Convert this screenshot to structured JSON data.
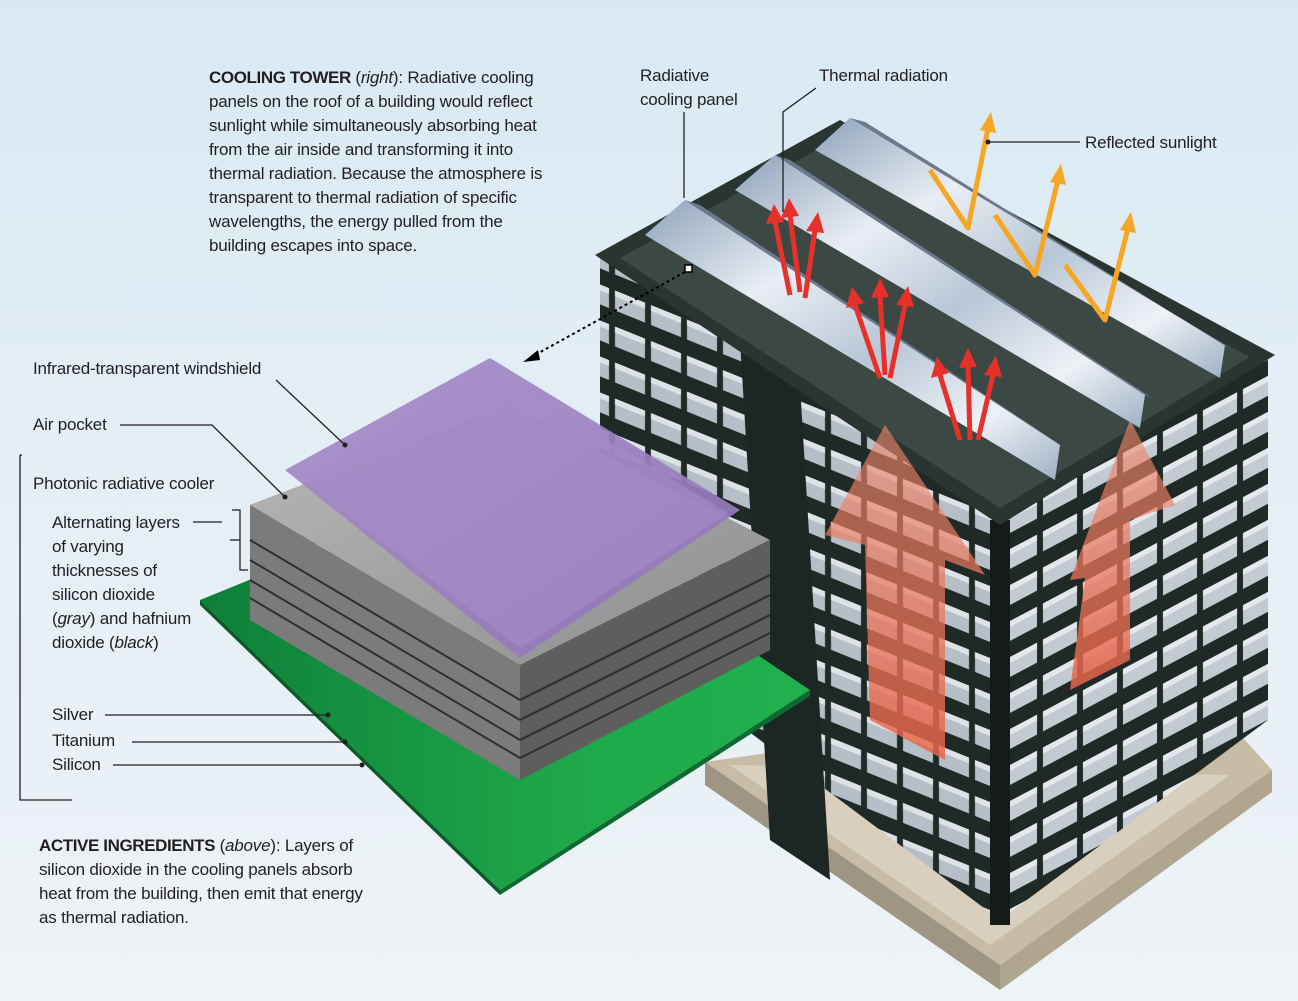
{
  "cooling_tower_caption": {
    "heading": "COOLING TOWER",
    "heading_paren_open": " (",
    "heading_italic": "right",
    "heading_paren_close": "):",
    "body": " Radiative cooling panels on the roof of a building would reflect sunlight while simultaneously absorbing heat from the air inside and transforming it into thermal radiation. Because the atmosphere is transparent to thermal radiation of specific wavelengths, the energy pulled from the building escapes into space."
  },
  "active_ingredients_caption": {
    "heading": "ACTIVE INGREDIENTS",
    "heading_paren_open": " (",
    "heading_italic": "above",
    "heading_paren_close": "):",
    "body": " Layers of silicon dioxide in the cooling panels absorb heat from the building, then emit that energy as thermal radiation."
  },
  "labels": {
    "radiative_cooling_panel_line1": "Radiative",
    "radiative_cooling_panel_line2": "cooling panel",
    "thermal_radiation": "Thermal radiation",
    "reflected_sunlight": "Reflected sunlight",
    "windshield": "Infrared-transparent windshield",
    "air_pocket": "Air pocket",
    "photonic_cooler": "Photonic radiative cooler",
    "layers_line1": "Alternating layers",
    "layers_line2": "of varying",
    "layers_line3": "thicknesses of",
    "layers_line4": "silicon dioxide",
    "layers_gray_open": "(",
    "layers_gray": "gray",
    "layers_gray_close": ") and hafnium",
    "layers_black_prefix": "dioxide (",
    "layers_black": "black",
    "layers_black_close": ")",
    "silver": "Silver",
    "titanium": "Titanium",
    "silicon": "Silicon"
  },
  "colors": {
    "windshield": "#9b7fc0",
    "substrate": "#1ea84a",
    "thermal_arrow": "#e8302a",
    "sunlight_arrow": "#f5a623",
    "heat_arrow": "#e8644a",
    "building": "#2a3430"
  }
}
